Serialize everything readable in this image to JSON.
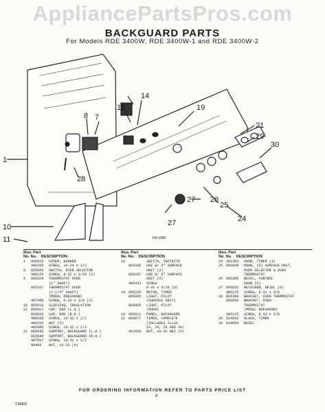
{
  "header": {
    "site": "AppliancePartsPros.com",
    "title": "BACKGUARD PARTS",
    "subtitle": "For Models RDE 3400W, RDE 3400W-1 and RDE 3400W-2"
  },
  "diagram": {
    "ref": "RA 1890",
    "callouts": [
      "1",
      "7",
      "8",
      "10",
      "11",
      "14",
      "15",
      "19",
      "21",
      "24",
      "25",
      "26",
      "27",
      "28",
      "29",
      "30"
    ]
  },
  "table": {
    "head_illus": "Illus. Part",
    "head_no": "No.   No.",
    "head_desc": "DESCRIPTION",
    "col1": [
      [
        "1",
        "865919",
        "COVER, BURNER"
      ],
      [
        "",
        "486265",
        "SCREW, 10-24 x 1/2"
      ],
      [
        "8",
        "865669",
        "SWITCH, OVEN SELECTOR"
      ],
      [
        "",
        "486125",
        "SCREW, 8-32 x 3/16 (2)"
      ],
      [
        "9",
        "866329",
        "THERMOSTAT OVEN"
      ],
      [
        "",
        "",
        "(1\" SHAFT)"
      ],
      [
        "",
        "865337",
        "THERMOSTAT OVEN"
      ],
      [
        "",
        "",
        "(1-1/4\" SHAFT)"
      ],
      [
        "",
        "",
        "(MODEL RDE3400W)"
      ],
      [
        "",
        "487458",
        "SCREW, 6-32 x 3/8 (2)"
      ],
      [
        "10",
        "865910",
        "SLEEVING, INSULATION"
      ],
      [
        "11",
        "865911",
        "CAP, END (L.H.)"
      ],
      [
        "",
        "865910",
        "CAP, END (R.H.)"
      ],
      [
        "",
        "486265",
        "SCREW, 10-32 x 1/2"
      ],
      [
        "",
        "486265",
        "NUT (4)"
      ],
      [
        "",
        "486465",
        "SCREW, 10-32 x 1/2"
      ],
      [
        "11",
        "865945",
        "SUPPORT, BACKGUARD (L.H.)"
      ],
      [
        "",
        "865944",
        "SUPPORT, BACKGUARD (R.H.)"
      ],
      [
        "",
        "487057",
        "SCREW, 10-32 x 1/2"
      ],
      [
        "",
        "98466",
        "NUT, 10-32 (4)"
      ]
    ],
    "col2": [
      [
        "15",
        "",
        "SWITCH, INFINITE"
      ],
      [
        "",
        "866285",
        "USE W/ 8\" SURFACE"
      ],
      [
        "",
        "",
        "UNIT (2)"
      ],
      [
        "",
        "866287",
        "USE W/ 6\" SURFACE"
      ],
      [
        "",
        "",
        "UNIT (2)"
      ],
      [
        "",
        "486423",
        "SCREW"
      ],
      [
        "",
        "",
        "8-32 x 3/16 (8)"
      ],
      [
        "14",
        "866220",
        "MOTOR, TIMER"
      ],
      [
        "",
        "865905",
        "LIGHT, PILOT"
      ],
      [
        "",
        "",
        "(SURFACE UNIT)"
      ],
      [
        "",
        "865905",
        "LIGHT, PILOT"
      ],
      [
        "",
        "",
        "(OVEN)"
      ],
      [
        "19",
        "865912",
        "PANEL, BACKGUARD"
      ],
      [
        "21",
        "866077",
        "TIMER, COMPLETE"
      ],
      [
        "",
        "",
        "(INCLUDES ILLUS."
      ],
      [
        "",
        "",
        "14, 24, 29 AND 30)"
      ],
      [
        "",
        "487856",
        "NUT, 10-32 HEX (4)"
      ]
    ],
    "col3": [
      [
        "24",
        "381383",
        "KNOB, TIMER (3)"
      ],
      [
        "25",
        "866098",
        "KNOB, (6) SURFACE UNIT,"
      ],
      [
        "",
        "",
        "OVEN SELECTOR & OVEN"
      ],
      [
        "",
        "",
        "THERMOSTAT"
      ],
      [
        "26",
        "866305",
        "BEZEL, CONTROL"
      ],
      [
        "",
        "",
        "KNOB (6)"
      ],
      [
        "27",
        "865652",
        "RETAINER, BEZEL (6)"
      ],
      [
        "",
        "486125",
        "SCREW, 8-32 x 3/8"
      ],
      [
        "28",
        "866309",
        "BRACKET, OVEN THERMOSTAT"
      ],
      [
        "",
        "866059",
        "BRACKET, OVEN"
      ],
      [
        "",
        "",
        "THERMOSTAT"
      ],
      [
        "",
        "",
        "(MODEL RDE3400W)"
      ],
      [
        "",
        "486125",
        "SCREW, 8-32 x 3/8"
      ],
      [
        "29",
        "534963",
        "GLASS, TIMER"
      ],
      [
        "30",
        "534964",
        "BEZEL"
      ]
    ],
    "footer": "FOR ORDERING INFORMATION REFER TO PARTS PRICE LIST",
    "page": "6",
    "code": "TIMER"
  }
}
